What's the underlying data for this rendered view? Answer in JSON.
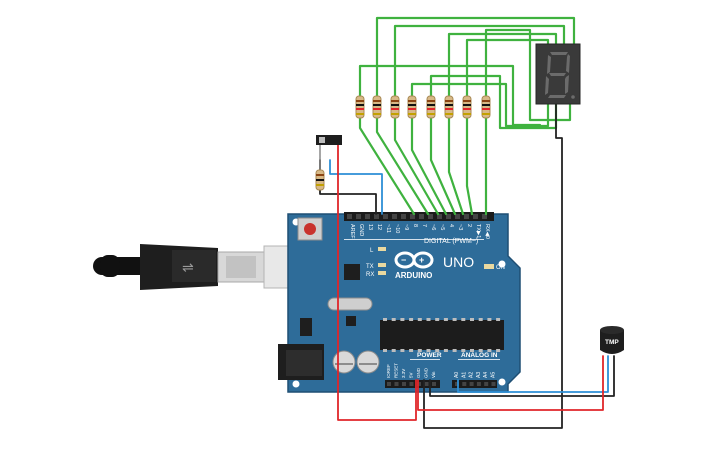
{
  "board": {
    "logo_text": "ARDUINO",
    "model": "UNO",
    "digital_label": "DIGITAL (PWM~)",
    "power_label": "POWER",
    "analog_label": "ANALOG IN",
    "on_label": "ON",
    "led_l": "L",
    "led_tx": "TX",
    "led_rx": "RX",
    "top_pins": [
      "AREF",
      "GND",
      "13",
      "12",
      "~11",
      "~10",
      "~9",
      "8",
      "7",
      "~6",
      "~5",
      "4",
      "~3",
      "2",
      "TX▶1",
      "RX◀0"
    ],
    "power_pins": [
      "IOREF",
      "RESET",
      "3.3V",
      "5V",
      "GND",
      "GND",
      "Vin"
    ],
    "analog_pins": [
      "A0",
      "A1",
      "A2",
      "A3",
      "A4",
      "A5"
    ]
  },
  "sensor": {
    "label": "TMP"
  },
  "seven_segment": {
    "digit": "8"
  },
  "colors": {
    "board": "#2e6c99",
    "board_edge": "#1f4f74",
    "green_wire": "#3fb23f",
    "blue_wire": "#2d8fd6",
    "red_wire": "#e0262a",
    "black_wire": "#222222",
    "display_body": "#3a3a3a",
    "segment_off": "#6b6b6b"
  }
}
